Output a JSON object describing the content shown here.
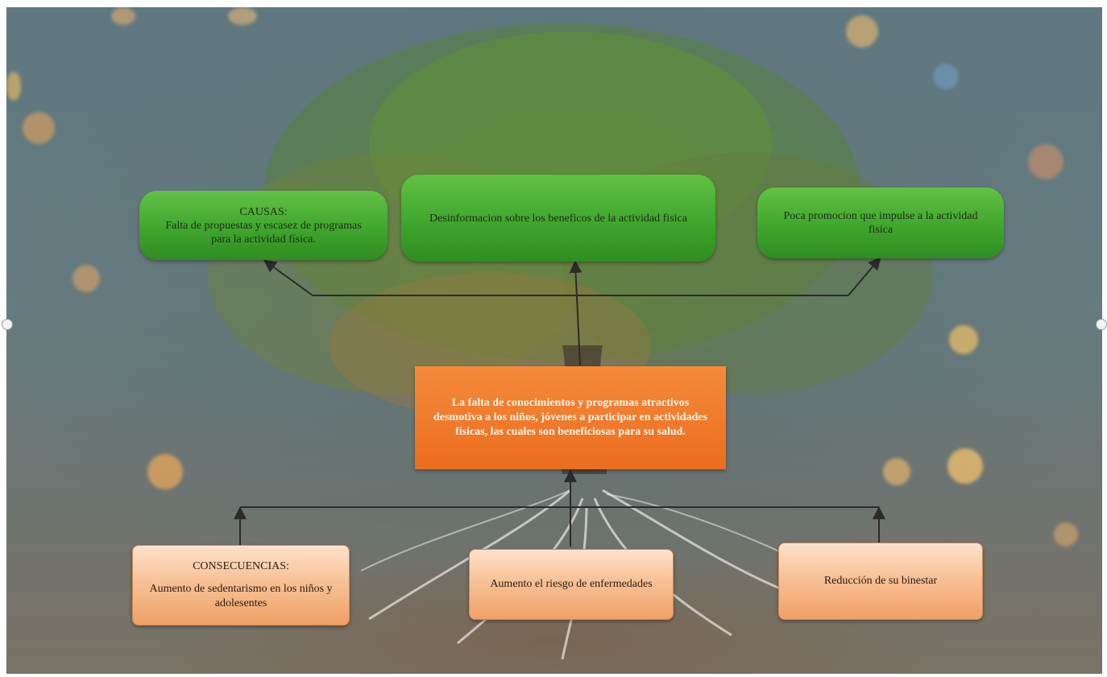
{
  "causes": {
    "heading": "CAUSAS:",
    "first": "Falta de propuestas y escasez de programas para la actividad física.",
    "second": "Desinformacion sobre los beneficos de la actividad fisica",
    "third": "Poca promocion que impulse a la actividad fisica"
  },
  "problem": "La falta de conocimientos y programas atractivos desmotiva a los niños, jóvenes a participar en actividades físicas, las cuales son beneficiosas para su salud.",
  "consequences": {
    "heading": "CONSECUENCIAS:",
    "first": "Aumento de sedentarismo en los niños y adolesentes",
    "second": "Aumento el riesgo de enfermedades",
    "third": "Reducción de su binestar"
  },
  "colors": {
    "cause_box": "#3fa62d",
    "problem_box": "#ec6d1e",
    "consequence_box": "#f8c59c",
    "connector": "#2b2b2b"
  }
}
